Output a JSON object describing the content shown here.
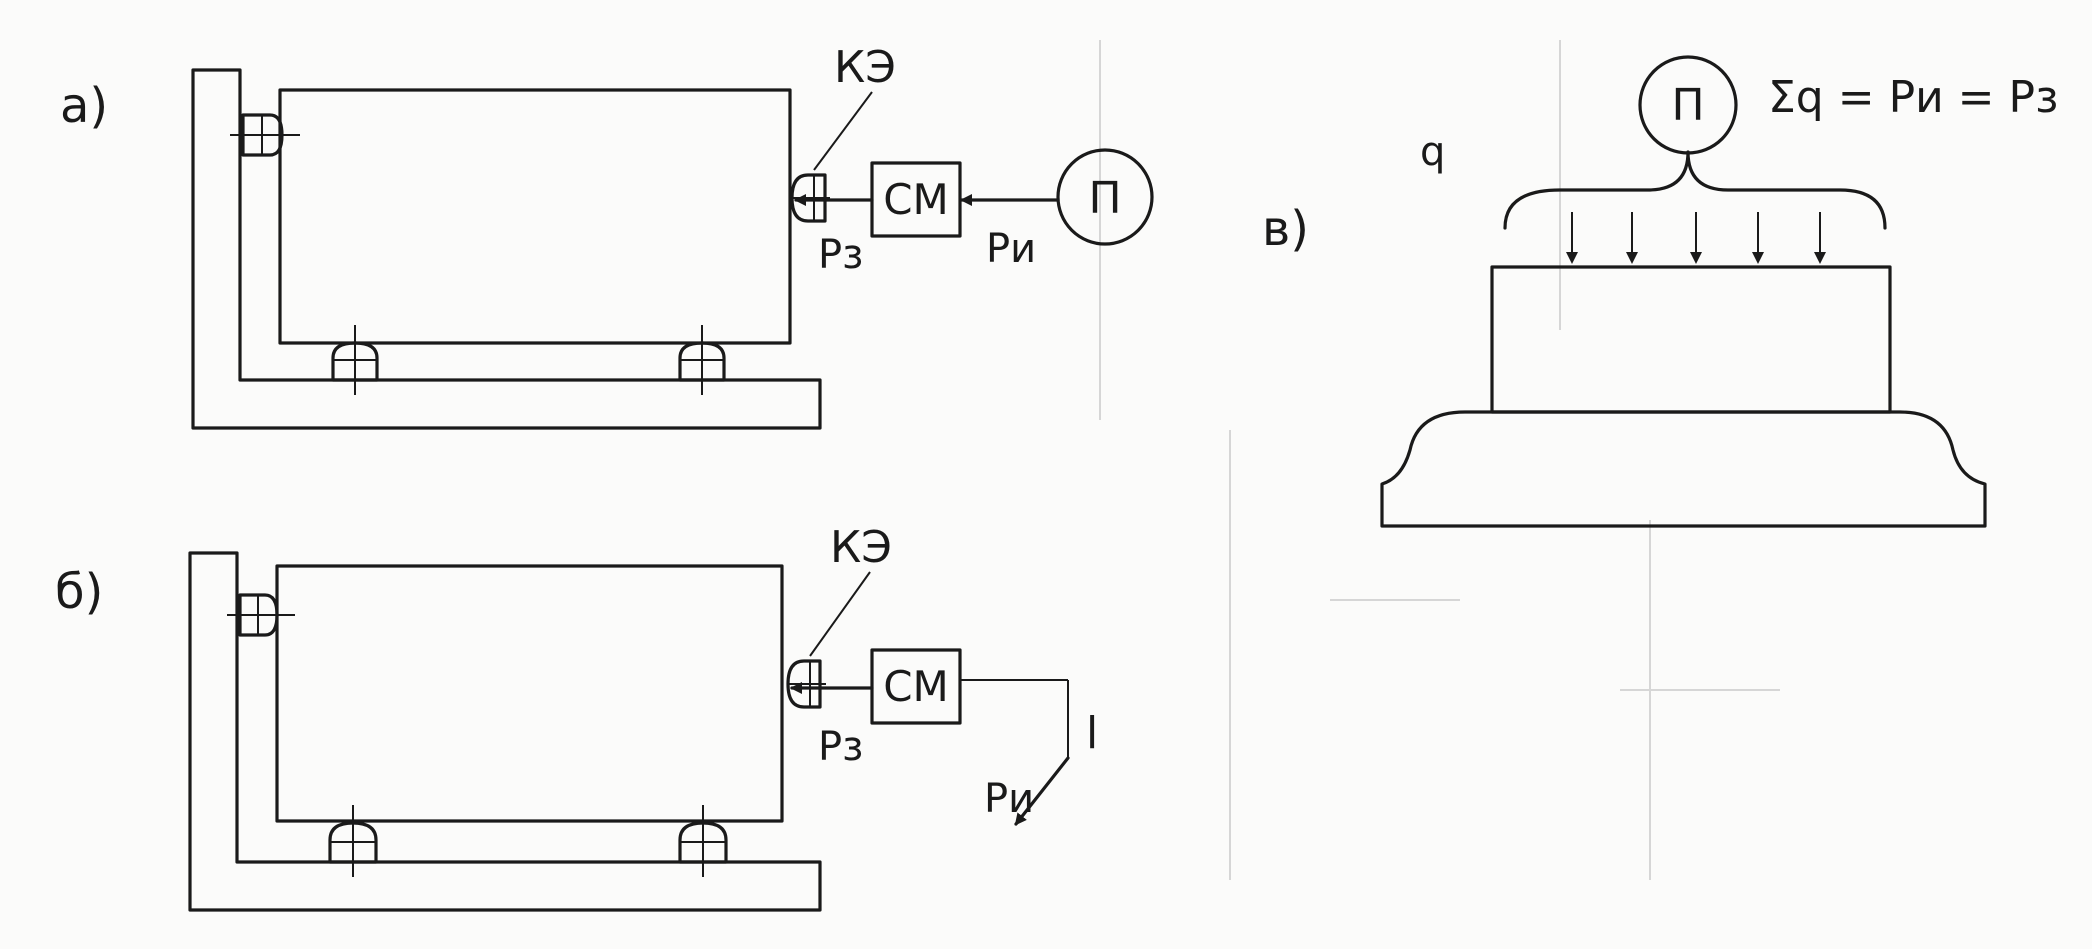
{
  "figure": {
    "panels": {
      "a": {
        "label": "а)",
        "element_label": "КЭ",
        "box_label": "СМ",
        "circle_label": "П",
        "force_left": "Pз",
        "force_right": "Pи"
      },
      "b": {
        "label": "б)",
        "element_label": "КЭ",
        "box_label": "СМ",
        "lever_label": "l",
        "force_left": "Pз",
        "force_right": "Pи"
      },
      "c": {
        "label": "в)",
        "circle_label": "П",
        "equation": "Σq = Pи = Pз",
        "load_label": "q"
      }
    },
    "colors": {
      "ink": "#1a1a1a",
      "paper": "#fbfbfa"
    }
  }
}
